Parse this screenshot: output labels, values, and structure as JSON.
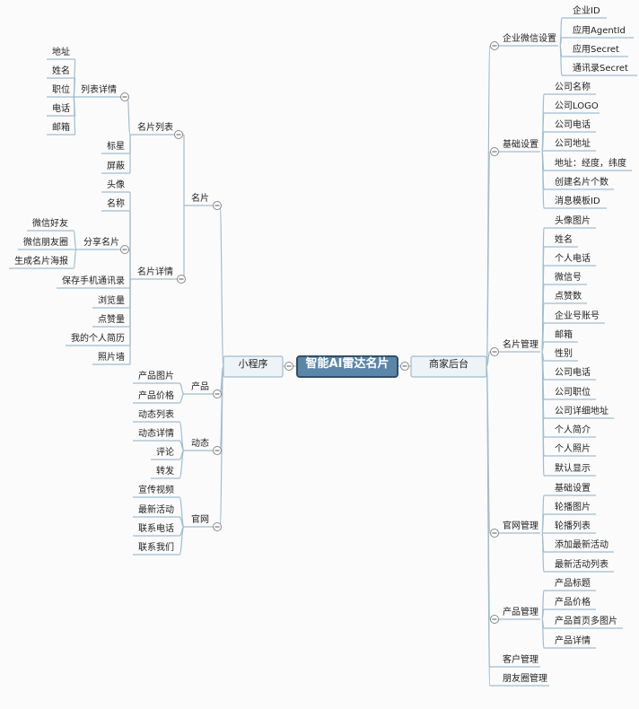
{
  "root": {
    "label": "智能AI雷达名片"
  },
  "mini_program": {
    "label": "小程序",
    "card": {
      "label": "名片",
      "list": {
        "label": "名片列表",
        "list_detail": {
          "label": "列表详情",
          "items": [
            "地址",
            "姓名",
            "职位",
            "电话",
            "邮箱"
          ]
        },
        "items": [
          "标星",
          "屏蔽"
        ]
      },
      "detail": {
        "label": "名片详情",
        "items_top": [
          "头像",
          "名称"
        ],
        "share": {
          "label": "分享名片",
          "items": [
            "微信好友",
            "微信朋友圈",
            "生成名片海报"
          ]
        },
        "items_bottom": [
          "保存手机通讯录",
          "浏览量",
          "点赞量",
          "我的个人简历",
          "照片墙"
        ]
      }
    },
    "product": {
      "label": "产品",
      "items": [
        "产品图片",
        "产品价格"
      ]
    },
    "dynamic": {
      "label": "动态",
      "items": [
        "动态列表",
        "动态详情",
        "评论",
        "转发"
      ]
    },
    "website": {
      "label": "官网",
      "items": [
        "宣传视频",
        "最新活动",
        "联系电话",
        "联系我们"
      ]
    }
  },
  "merchant": {
    "label": "商家后台",
    "wecom": {
      "label": "企业微信设置",
      "items": [
        "企业ID",
        "应用AgentId",
        "应用Secret",
        "通讯录Secret"
      ]
    },
    "basic": {
      "label": "基础设置",
      "items": [
        "公司名称",
        "公司LOGO",
        "公司电话",
        "公司地址",
        "地址：经度，纬度",
        "创建名片个数",
        "消息模板ID"
      ]
    },
    "card_mgmt": {
      "label": "名片管理",
      "items": [
        "头像图片",
        "姓名",
        "个人电话",
        "微信号",
        "点赞数",
        "企业号账号",
        "邮箱",
        "性别",
        "公司电话",
        "公司职位",
        "公司详细地址",
        "个人简介",
        "个人照片",
        "默认显示"
      ]
    },
    "website_mgmt": {
      "label": "官网管理",
      "items": [
        "基础设置",
        "轮播图片",
        "轮播列表",
        "添加最新活动",
        "最新活动列表"
      ]
    },
    "product_mgmt": {
      "label": "产品管理",
      "items": [
        "产品标题",
        "产品价格",
        "产品首页多图片",
        "产品详情"
      ]
    },
    "customer_mgmt": {
      "label": "客户管理"
    },
    "moments_mgmt": {
      "label": "朋友圈管理"
    }
  }
}
